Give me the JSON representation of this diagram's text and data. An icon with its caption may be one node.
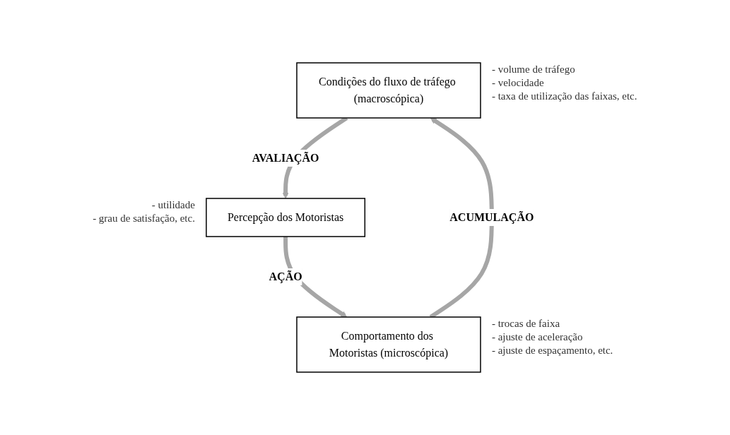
{
  "diagram": {
    "nodes": [
      {
        "text": [
          "Condições do fluxo de tráfego (macroscópica)"
        ],
        "beside": [
          "- volume de tráfego",
          "- velocidade",
          "- taxa de utilização das faixas, etc."
        ]
      },
      {
        "text": [
          "Percepção dos Motoristas"
        ],
        "beside": [
          "- utilidade",
          "- grau de satisfação, etc."
        ]
      },
      {
        "text": [
          "Comportamento dos Motoristas (microscópica)"
        ],
        "beside": [
          "- trocas de faixa",
          "- ajuste de aceleração",
          "- ajuste de espaçamento, etc."
        ]
      }
    ],
    "edges": [
      {
        "from": 0,
        "to": 1,
        "arrow": "to",
        "label": "AVALIAÇÃO"
      },
      {
        "from": 1,
        "to": 2,
        "arrow": "to",
        "label": "AÇÃO"
      },
      {
        "from": 2,
        "to": 0,
        "arrow": "to",
        "label": "ACUMULAÇÃO"
      }
    ]
  }
}
